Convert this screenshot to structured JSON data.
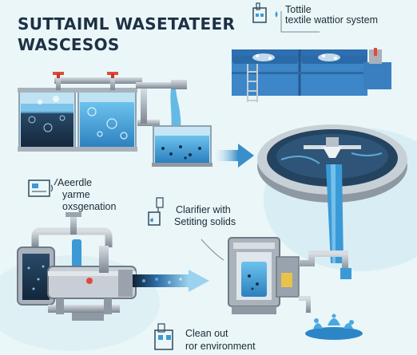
{
  "title": {
    "line1": "SUTTAIML WASETATEER",
    "line2": "WASCESOS"
  },
  "labels": {
    "textile": {
      "line1": "Tottile",
      "line2": "textile wattior system"
    },
    "aeration": {
      "line1": "Aeerdle",
      "line2": "yarme",
      "line3": "oxsgenation"
    },
    "clarifier": {
      "line1": "Clarifier with",
      "line2": "Setiting solids"
    },
    "discharge": {
      "line1": "Clean out",
      "line2": "ror environment"
    }
  },
  "colors": {
    "background": "#eaf6f8",
    "water": "#3b9ad6",
    "dark_water": "#1c3550",
    "steel": "#9aa3ad",
    "text": "#1e3044"
  },
  "icons": [
    "factory-icon",
    "aerator-icon",
    "clarifier-icon",
    "outlet-icon"
  ]
}
